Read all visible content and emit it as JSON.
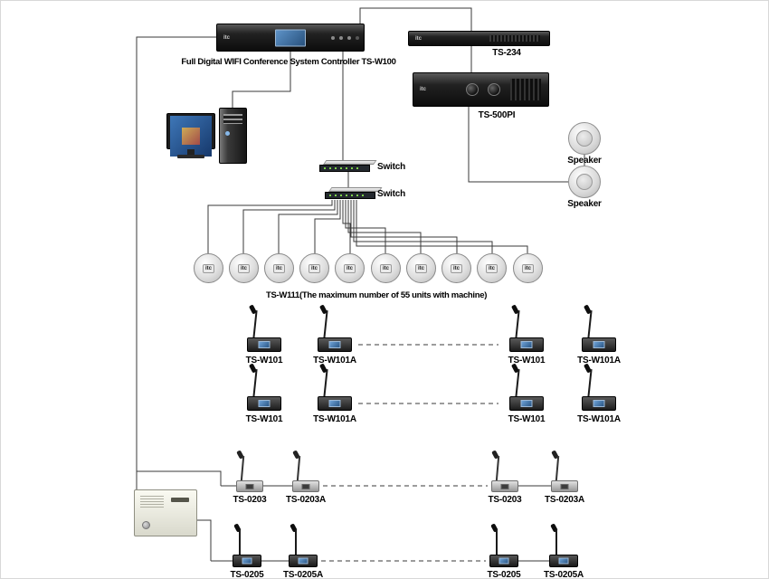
{
  "diagram": {
    "brand": "itc",
    "controller": {
      "label": "Full Digital WIFI Conference System Controller TS-W100"
    },
    "rack_ts234": {
      "label": "TS-234"
    },
    "amp_ts500pi": {
      "label": "TS-500PI"
    },
    "speakers": [
      {
        "label": "Speaker"
      },
      {
        "label": "Speaker"
      }
    ],
    "switches": [
      {
        "label": "Switch"
      },
      {
        "label": "Switch"
      }
    ],
    "ceiling_units": {
      "label": "TS-W111(The maximum number of 55 units with machine)",
      "count": 10
    },
    "mic_rows": [
      {
        "labels": [
          "TS-W101",
          "TS-W101A",
          "TS-W101",
          "TS-W101A"
        ]
      },
      {
        "labels": [
          "TS-W101",
          "TS-W101A",
          "TS-W101",
          "TS-W101A"
        ]
      },
      {
        "labels": [
          "TS-0203",
          "TS-0203A",
          "TS-0203",
          "TS-0203A"
        ]
      },
      {
        "labels": [
          "TS-0205",
          "TS-0205A",
          "TS-0205",
          "TS-0205A"
        ]
      }
    ]
  }
}
